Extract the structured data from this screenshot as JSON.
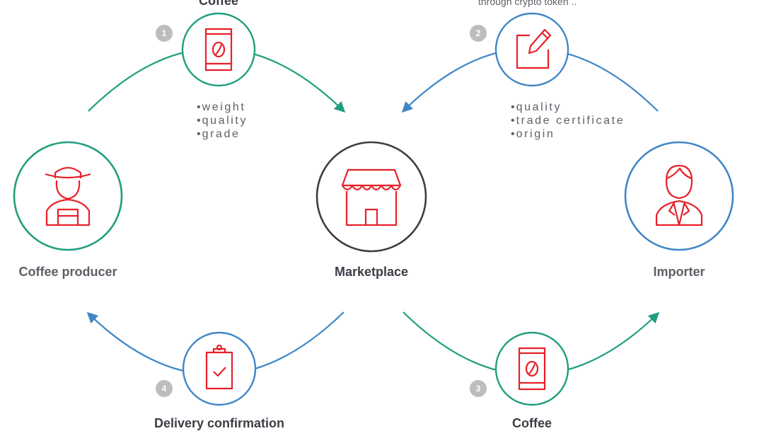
{
  "nodes": {
    "producer": {
      "label": "Coffee producer"
    },
    "marketplace": {
      "label": "Marketplace"
    },
    "importer": {
      "label": "Importer"
    }
  },
  "steps": [
    {
      "badge": "1",
      "label": "Coffee",
      "bullets": [
        "weight",
        "quality",
        "grade"
      ]
    },
    {
      "badge": "2",
      "label": "through crypto token ..",
      "bullets": [
        "quality",
        "trade certificate",
        "origin"
      ]
    },
    {
      "badge": "3",
      "label": "Coffee"
    },
    {
      "badge": "4",
      "label": "Delivery confirmation"
    }
  ],
  "colors": {
    "green": "#1f9e7f",
    "blue": "#3f86c6",
    "dark": "#3a3e45",
    "icon_red": "#e8202a"
  }
}
